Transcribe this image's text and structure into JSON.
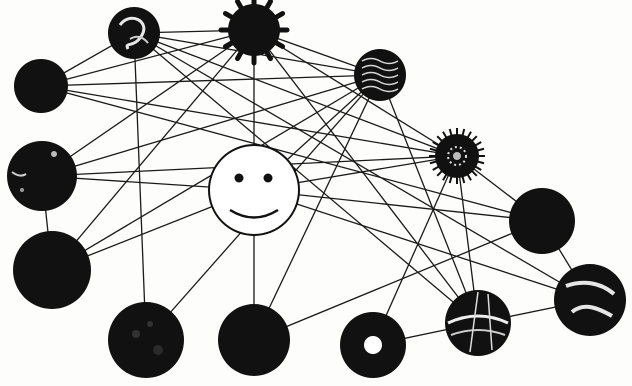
{
  "diagram": {
    "nodes": [
      {
        "id": "center",
        "name": "smiley-face-node",
        "style": "smiley"
      },
      {
        "id": "n1",
        "name": "swirl-ball-node",
        "style": "swirl"
      },
      {
        "id": "n2",
        "name": "spiky-ball-node",
        "style": "spiky"
      },
      {
        "id": "n3",
        "name": "textured-ball-node",
        "style": "textured"
      },
      {
        "id": "n4",
        "name": "black-ball-node-left-top",
        "style": "solid"
      },
      {
        "id": "n5",
        "name": "mottled-ball-node-left",
        "style": "mottled"
      },
      {
        "id": "n6",
        "name": "fuzzy-dotted-ball-node",
        "style": "fuzzy"
      },
      {
        "id": "n7",
        "name": "black-ball-node-right",
        "style": "solid"
      },
      {
        "id": "n8",
        "name": "black-ball-node-left-bottom",
        "style": "solid"
      },
      {
        "id": "n9",
        "name": "dark-ball-node-bottom-left",
        "style": "dark-mottled"
      },
      {
        "id": "n10",
        "name": "black-ball-node-bottom",
        "style": "solid"
      },
      {
        "id": "n11",
        "name": "ring-ball-node",
        "style": "ring"
      },
      {
        "id": "n12",
        "name": "patterned-ball-node",
        "style": "patterned"
      },
      {
        "id": "n13",
        "name": "swirl-ball-node-right",
        "style": "swirl-white"
      }
    ],
    "edges": [
      [
        "center",
        "n5"
      ],
      [
        "center",
        "n2"
      ],
      [
        "center",
        "n3"
      ],
      [
        "center",
        "n6"
      ],
      [
        "center",
        "n7"
      ],
      [
        "center",
        "n10"
      ],
      [
        "center",
        "n13"
      ],
      [
        "center",
        "n8"
      ],
      [
        "n1",
        "n4"
      ],
      [
        "n1",
        "n2"
      ],
      [
        "n1",
        "n3"
      ],
      [
        "n1",
        "n6"
      ],
      [
        "n1",
        "n9"
      ],
      [
        "n1",
        "n12"
      ],
      [
        "n2",
        "n4"
      ],
      [
        "n2",
        "n3"
      ],
      [
        "n2",
        "n6"
      ],
      [
        "n2",
        "n12"
      ],
      [
        "n2",
        "n8"
      ],
      [
        "n2",
        "n5"
      ],
      [
        "n3",
        "n4"
      ],
      [
        "n3",
        "n5"
      ],
      [
        "n3",
        "n8"
      ],
      [
        "n3",
        "n10"
      ],
      [
        "n3",
        "n12"
      ],
      [
        "n3",
        "n9"
      ],
      [
        "n4",
        "n6"
      ],
      [
        "n4",
        "n7"
      ],
      [
        "n5",
        "n6"
      ],
      [
        "n6",
        "n11"
      ],
      [
        "n6",
        "n7"
      ],
      [
        "n6",
        "n12"
      ],
      [
        "n7",
        "n10"
      ],
      [
        "n7",
        "n13"
      ],
      [
        "n12",
        "n13"
      ],
      [
        "n5",
        "n8"
      ],
      [
        "n1",
        "n13"
      ],
      [
        "n11",
        "n12"
      ]
    ]
  }
}
